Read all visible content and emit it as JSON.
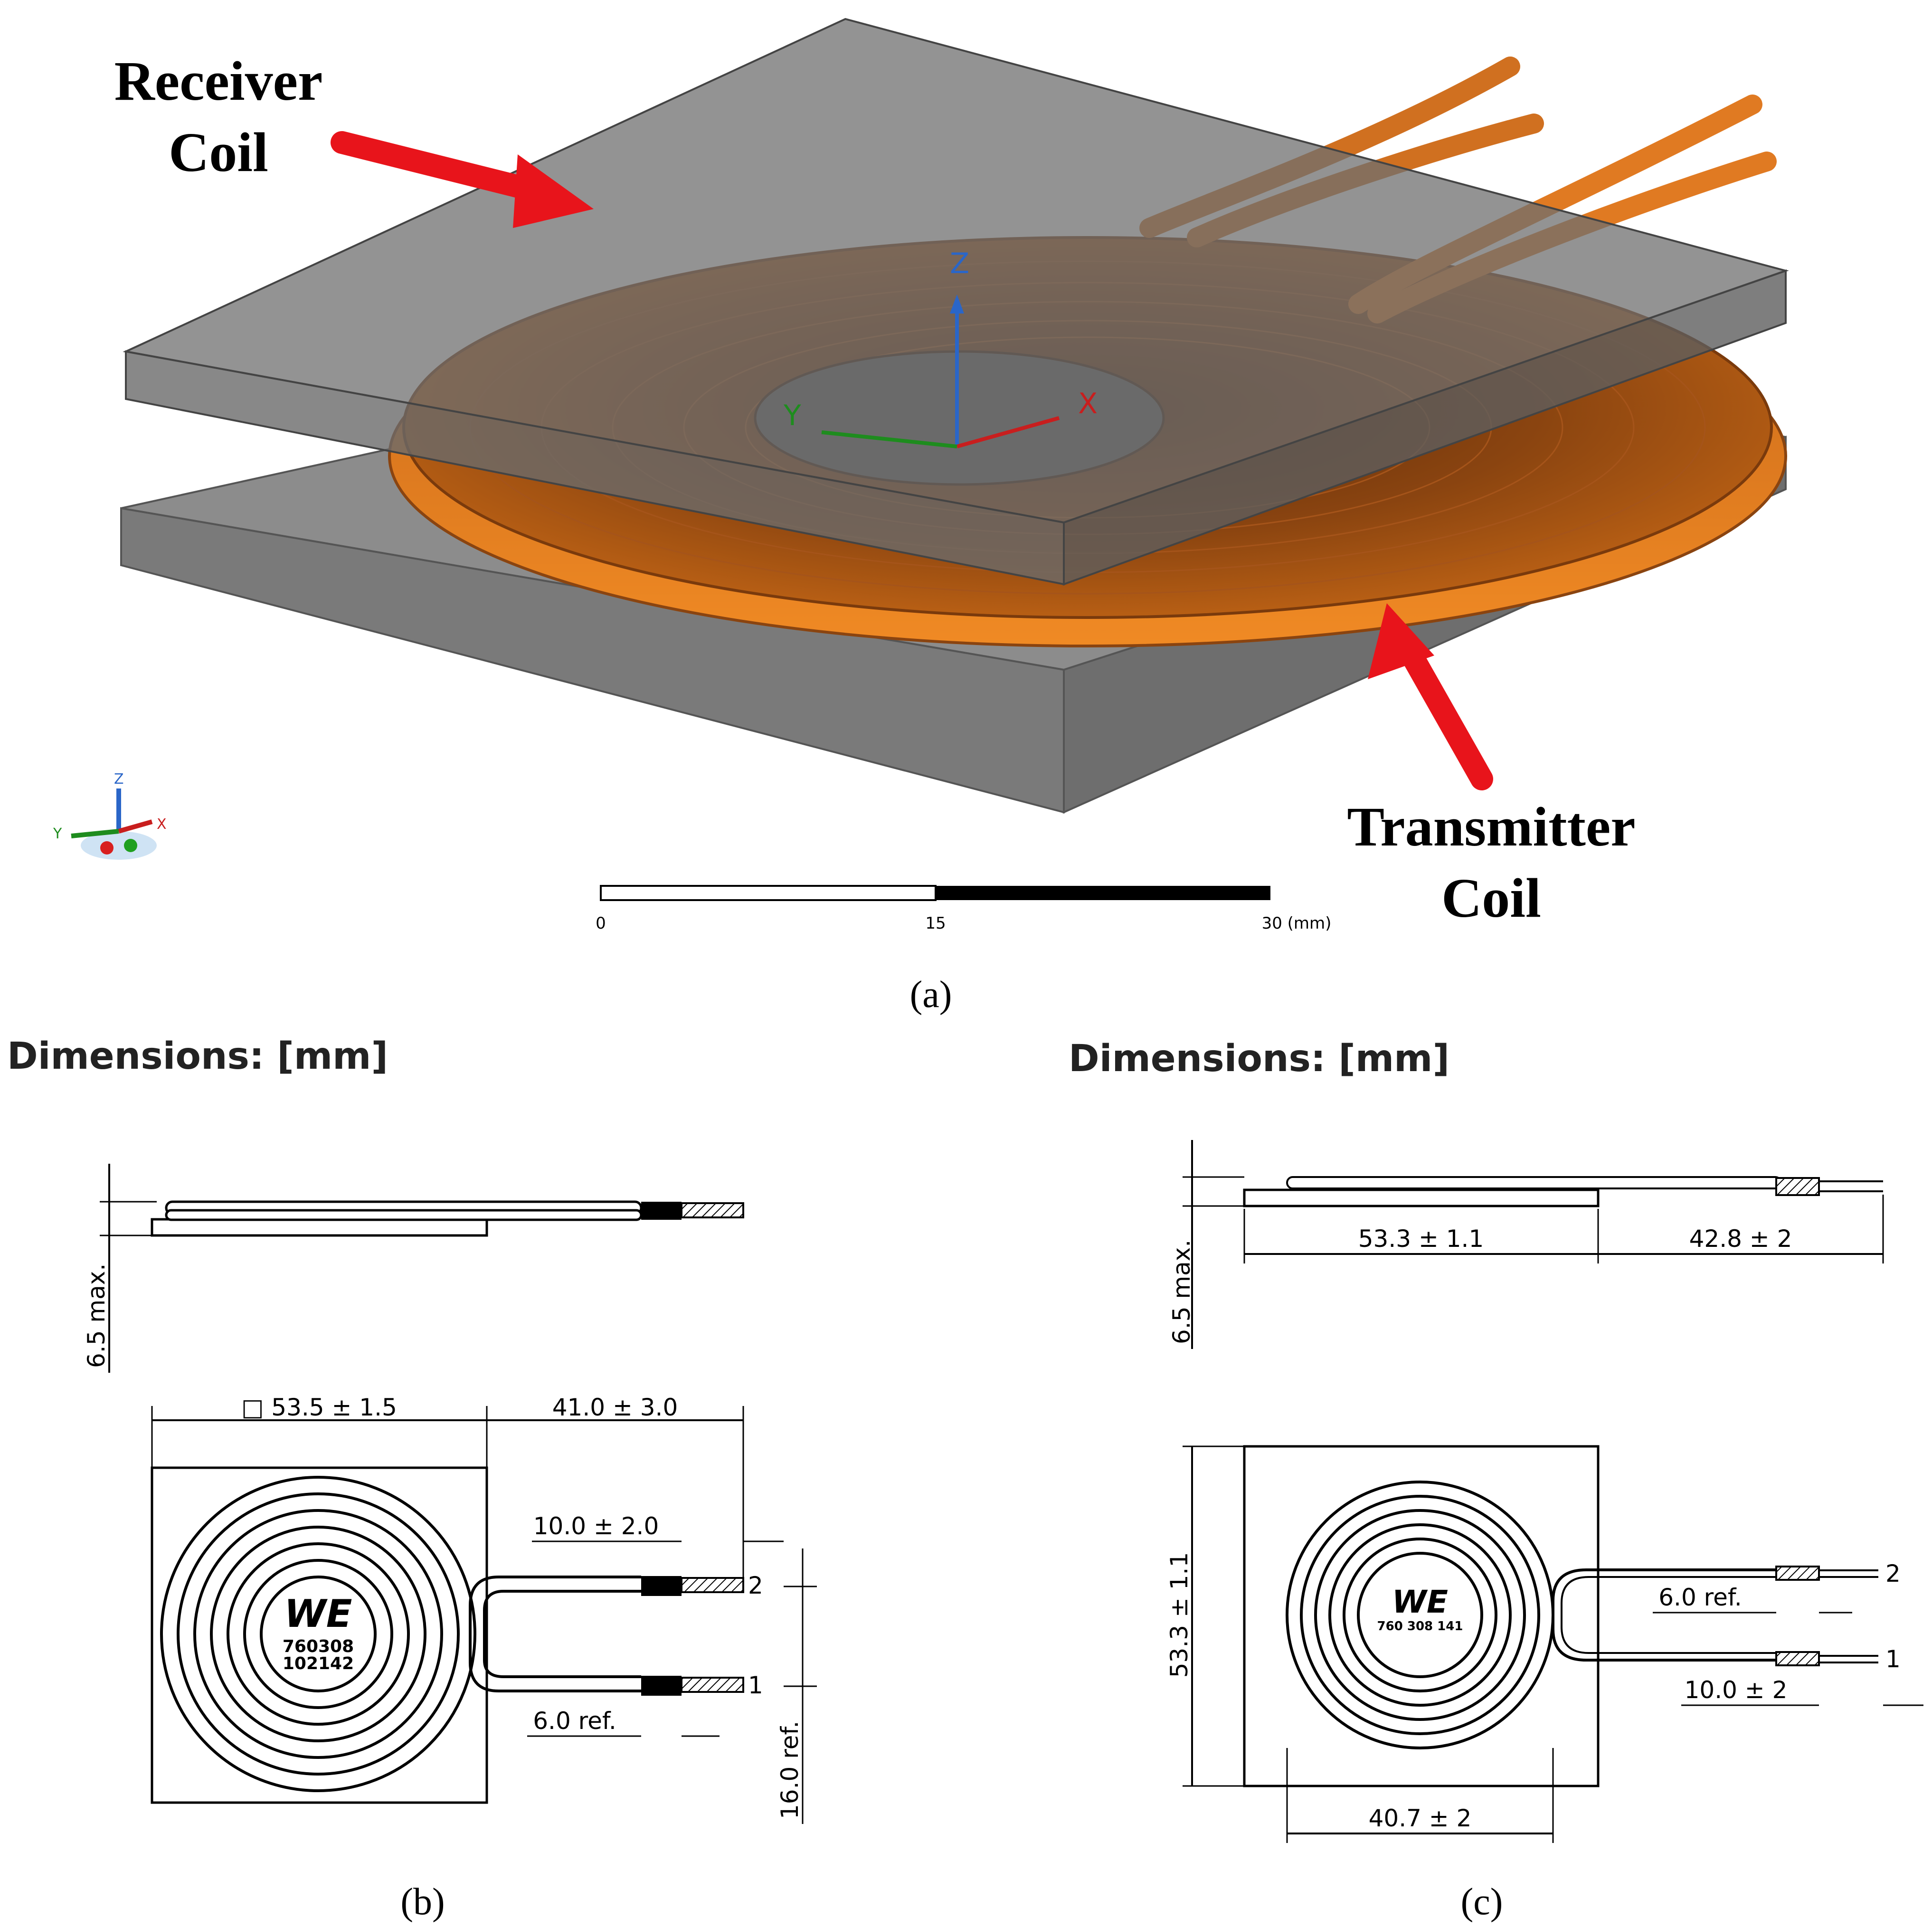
{
  "panel_a": {
    "receiver_label_line1": "Receiver",
    "receiver_label_line2": "Coil",
    "transmitter_label_line1": "Transmitter",
    "transmitter_label_line2": "Coil",
    "axis_z": "Z",
    "axis_x": "X",
    "axis_y": "Y",
    "scale_ticks": [
      "0",
      "15",
      "30 (mm)"
    ],
    "caption": "(a)"
  },
  "panel_b": {
    "title": "Dimensions: [mm]",
    "dim_height": "6.5 max.",
    "dim_square": "□ 53.5 ± 1.5",
    "dim_lead": "41.0 ± 3.0",
    "dim_tin": "10.0 ± 2.0",
    "dim_ref": "6.0 ref.",
    "dim_pitch": "16.0 ref.",
    "pin2": "2",
    "pin1": "1",
    "logo": "WE",
    "part_line1": "760308",
    "part_line2": "102142",
    "caption": "(b)"
  },
  "panel_c": {
    "title": "Dimensions: [mm]",
    "dim_height": "6.5 max.",
    "dim_width": "53.3 ± 1.1",
    "dim_lead": "42.8 ± 2",
    "dim_side": "53.3 ± 1.1",
    "dim_ref": "6.0 ref.",
    "dim_tin": "10.0 ± 2",
    "dim_coil": "40.7 ± 2",
    "pin2": "2",
    "pin1": "1",
    "logo": "WE",
    "part": "760 308 141",
    "caption": "(c)"
  },
  "colors": {
    "plate": "#8a8a8a",
    "copper": "#b85f14",
    "copper_light": "#f08a24",
    "arrow": "#e8141b"
  }
}
